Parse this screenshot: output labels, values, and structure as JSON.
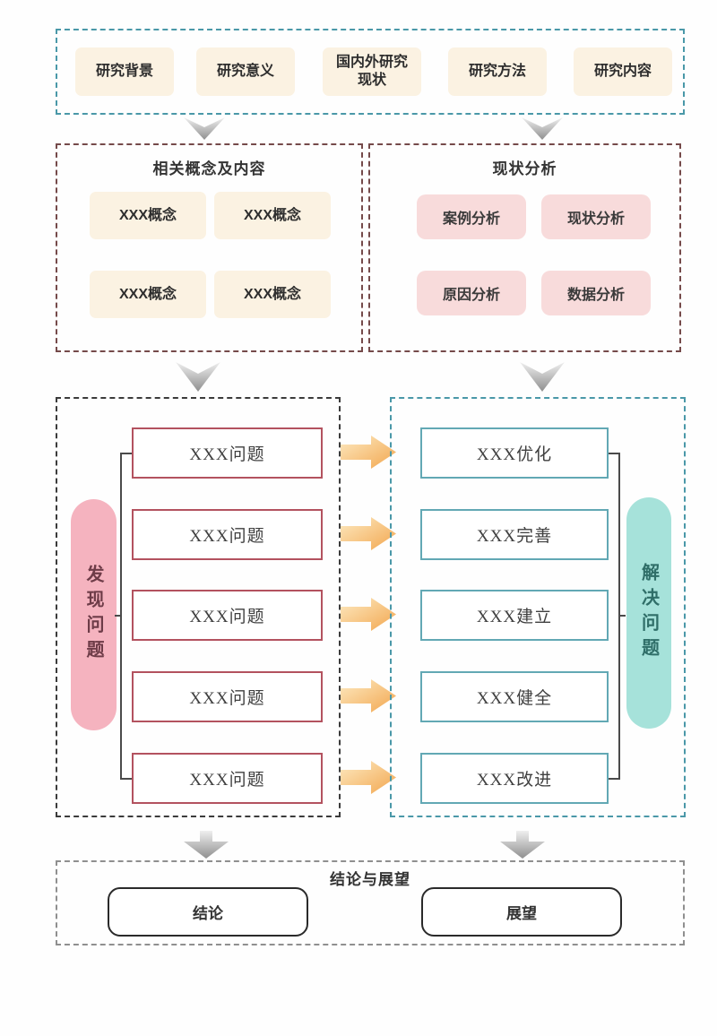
{
  "intro": {
    "items": [
      "研究背景",
      "研究意义",
      "国内外研究现状",
      "研究方法",
      "研究内容"
    ]
  },
  "concepts": {
    "title": "相关概念及内容",
    "items": [
      "XXX概念",
      "XXX概念",
      "XXX概念",
      "XXX概念"
    ]
  },
  "analysis": {
    "title": "现状分析",
    "items": [
      "案例分析",
      "现状分析",
      "原因分析",
      "数据分析"
    ]
  },
  "problems": {
    "label": "发现问题",
    "items": [
      "XXX问题",
      "XXX问题",
      "XXX问题",
      "XXX问题",
      "XXX问题"
    ]
  },
  "solutions": {
    "label": "解决问题",
    "items": [
      "XXX优化",
      "XXX完善",
      "XXX建立",
      "XXX健全",
      "XXX改进"
    ]
  },
  "conclusion": {
    "title": "结论与展望",
    "items": [
      "结论",
      "展望"
    ]
  },
  "colors": {
    "teal_dash": "#4a98a8",
    "maroon_dash": "#754a4a",
    "dark_dash": "#3b3b3b",
    "gray_dash": "#8f8f8f",
    "crimson_outline": "#b3525f",
    "teal_outline": "#62a8b4",
    "cream_fill": "#fbf2e2",
    "pink_fill": "#f8dbdb",
    "pink_pill": "#f5b3bf",
    "teal_pill": "#a6e2da",
    "yellow_arrow_start": "#fdeac2",
    "yellow_arrow_end": "#f2a64e",
    "gray_arrow_start": "#ededed",
    "gray_arrow_end": "#8f8f8f"
  }
}
